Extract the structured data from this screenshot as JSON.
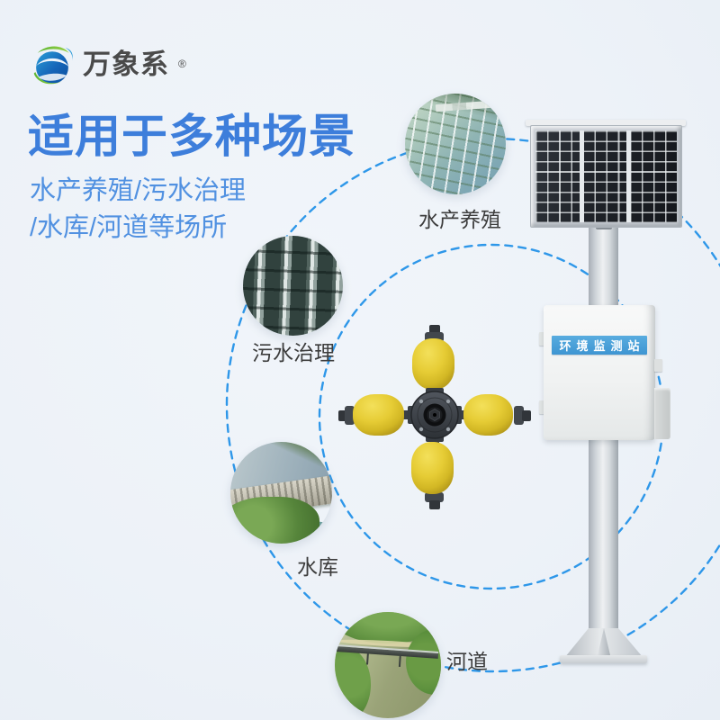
{
  "brand": {
    "logo_text": "万象系",
    "registered_mark": "®",
    "logo_icon": "globe-swirl-icon"
  },
  "headline": {
    "title": "适用于多种场景",
    "subtitle_line1": "水产养殖/污水治理",
    "subtitle_line2": "/水库/河道等场所"
  },
  "scenes": [
    {
      "id": "aquaculture",
      "label": "水产养殖"
    },
    {
      "id": "sewage-treatment",
      "label": "污水治理"
    },
    {
      "id": "reservoir",
      "label": "水库"
    },
    {
      "id": "river",
      "label": "河道"
    }
  ],
  "station": {
    "sign_label": "环境监测站"
  },
  "colors": {
    "background": "#edf2f8",
    "title_blue": "#3d7edb",
    "subtitle_blue": "#5191e1",
    "dashed_line_blue": "#2e97e9",
    "sign_strip_blue": "#4aa3dc",
    "buoy_yellow": "#dfc52e",
    "label_gray": "#3c3c3c"
  }
}
